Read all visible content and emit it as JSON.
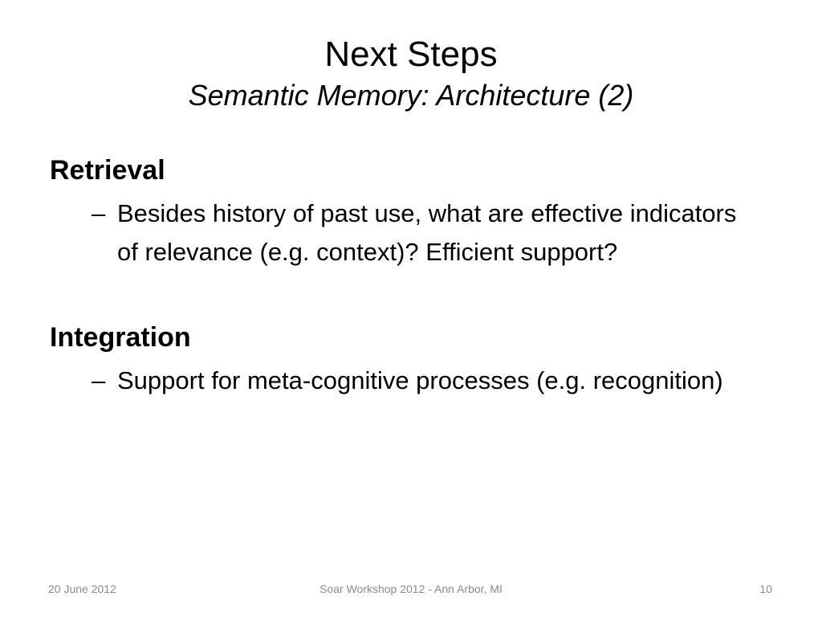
{
  "title": {
    "main": "Next Steps",
    "subtitle": "Semantic Memory: Architecture (2)"
  },
  "sections": [
    {
      "heading": "Retrieval",
      "bullet_marker": "–",
      "bullet": "Besides history of past use, what are effective indicators of relevance (e.g. context)? Efficient support?"
    },
    {
      "heading": "Integration",
      "bullet_marker": "–",
      "bullet": "Support for meta-cognitive processes (e.g. recognition)"
    }
  ],
  "footer": {
    "date": "20 June 2012",
    "event": "Soar Workshop 2012 - Ann Arbor, MI",
    "page_number": "10"
  }
}
